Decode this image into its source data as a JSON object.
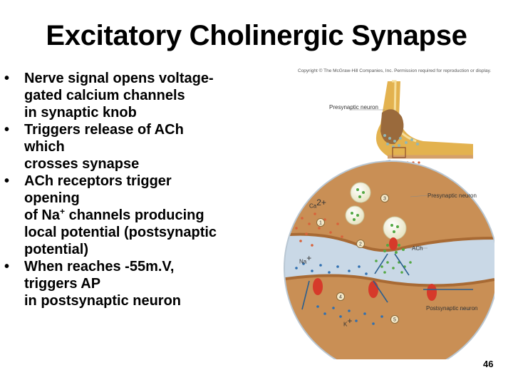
{
  "slide": {
    "title": "Excitatory Cholinergic Synapse",
    "page_number": "46"
  },
  "bullets": [
    {
      "lines": [
        "Nerve signal opens voltage-",
        "gated calcium channels",
        "in synaptic knob"
      ]
    },
    {
      "lines": [
        "Triggers release of ACh",
        "which",
        "crosses synapse"
      ]
    },
    {
      "lines": [
        "ACh receptors trigger",
        "opening",
        "of Na+ channels producing",
        "local potential (postsynaptic",
        "potential)"
      ]
    },
    {
      "lines": [
        "When reaches -55m.V,",
        "triggers AP",
        "in postsynaptic neuron"
      ]
    }
  ],
  "bullet_symbol": "•",
  "figure": {
    "copyright": "Copyright © The McGraw-Hill Companies, Inc. Permission required for reproduction or display.",
    "labels": {
      "presynaptic_top": "Presynaptic neuron",
      "presynaptic_side": "Presynaptic neuron",
      "postsynaptic": "Postsynaptic neuron",
      "calcium_base": "Ca",
      "calcium_charge": "2+",
      "sodium_base": "Na",
      "sodium_charge": "+",
      "potassium_base": "K",
      "potassium_charge": "+",
      "ach": "ACh",
      "step_1": "1",
      "step_2": "2",
      "step_3": "3",
      "step_4": "4",
      "step_5": "5"
    },
    "colors": {
      "axon": "#e3b24f",
      "knob": "#c98f55",
      "cleft": "#c9d8e6",
      "calcium": "#d8623a",
      "ach": "#53a843",
      "sodium": "#2f6fb0",
      "channel": "#d63a2a"
    }
  }
}
